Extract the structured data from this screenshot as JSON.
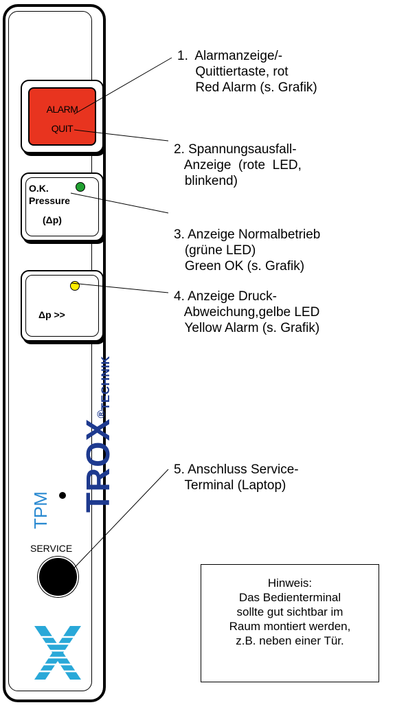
{
  "colors": {
    "alarm_red": "#e8341f",
    "led_green": "#20a030",
    "led_yellow": "#ffee00",
    "brand_blue": "#1e3a8f",
    "tpm_blue": "#2b8ad1",
    "logo_cyan": "#29a8d8"
  },
  "device": {
    "alarm_button": {
      "line1": "ALARM",
      "line2": "QUIT"
    },
    "ok_button": {
      "line1": "O.K.",
      "line2": "Pressure",
      "line3": "(Δp)"
    },
    "dp_button": {
      "label": "Δp >>"
    },
    "brand": {
      "name": "TROX",
      "mark": "®",
      "sub": "TECHNIK"
    },
    "model": "TPM",
    "service_label": "SERVICE"
  },
  "callouts": [
    {
      "lines": [
        "1.  Alarmanzeige/-",
        "     Quittiertaste, rot",
        "     Red Alarm (s. Grafik)"
      ]
    },
    {
      "lines": [
        "2. Spannungsausfall-",
        "   Anzeige  (rote  LED,",
        "   blinkend)"
      ]
    },
    {
      "lines": [
        "3. Anzeige Normalbetrieb",
        "   (grüne LED)",
        "   Green OK (s. Grafik)"
      ]
    },
    {
      "lines": [
        "4. Anzeige Druck-",
        "   Abweichung,gelbe LED",
        "   Yellow Alarm (s. Grafik)"
      ]
    },
    {
      "lines": [
        "5. Anschluss Service-",
        "   Terminal (Laptop)"
      ]
    }
  ],
  "hint": {
    "lines": [
      "Hinweis:",
      "Das Bedienterminal",
      "sollte gut sichtbar im",
      "Raum montiert werden,",
      "z.B. neben einer Tür."
    ]
  }
}
